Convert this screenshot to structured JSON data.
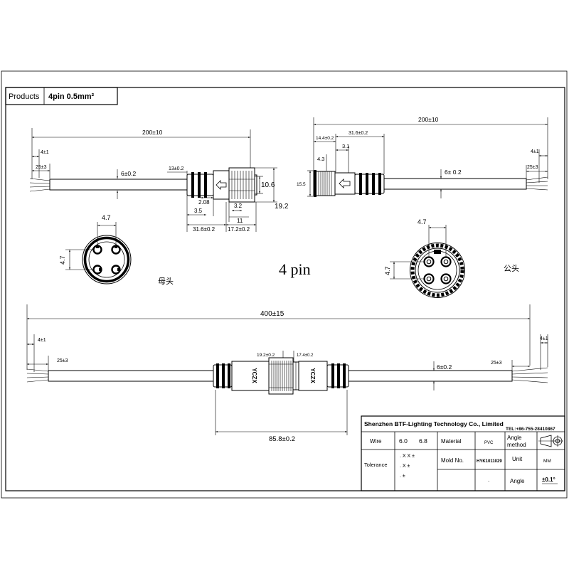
{
  "products": {
    "label": "Products",
    "value": "4pin 0.5mm²"
  },
  "female_cable": {
    "length": "200±10",
    "strip": "4±1",
    "jacket_strip": "25±3",
    "cable_dia": "6±0.2",
    "boot": "13±0.2",
    "inner_dia": "10.6",
    "step": "2.08",
    "groove": "3.2",
    "outer_dia": "19.2",
    "front": "3.5",
    "nut_width": "11",
    "body_len": "31.6±0.2",
    "nut_len": "17.2±0.2"
  },
  "male_cable": {
    "length": "200±10",
    "thread_len": "14.4±0.2",
    "body_len": "31.6±0.2",
    "step": "3.1",
    "thread_step": "4.3",
    "thread_dia": "15.5",
    "strip": "4±1",
    "jacket_strip": "25±3",
    "cable_dia": "6± 0.2"
  },
  "female_face": {
    "pin_spacing_h": "4.7",
    "pin_spacing_v": "4.7",
    "label": "母头"
  },
  "pin_count_label": "4 pin",
  "male_face": {
    "pin_spacing_h": "4.7",
    "pin_spacing_v": "4.7",
    "label": "公头"
  },
  "assembly": {
    "total_length": "400±15",
    "left_strip": "4±1",
    "left_jacket_strip": "25±3",
    "nut_dia": "19.2±0.2",
    "male_dia": "17.4±0.2",
    "cable_dia": "6±0.2",
    "right_jacket_strip": "25±3",
    "right_strip": "4±1",
    "connector_len": "85.8±0.2",
    "brand_left": "YCZX",
    "brand_right": "YCZX"
  },
  "title_block": {
    "company": "Shenzhen BTF-Lighting Technology Co., Limited",
    "tel": "TEL:+86-755-28410867",
    "wire_label": "Wire",
    "wire_values": [
      "6.0",
      "6.8"
    ],
    "material_label": "Material",
    "material_value": "PVC",
    "angle_method_label": [
      "Angle",
      "method"
    ],
    "angle_method_icon": "projection-symbol-icon",
    "tolerance_label": "Tolerance",
    "tolerance_values": [
      ". X X ±",
      ". X ±",
      ". ±"
    ],
    "mold_label": "Mold No.",
    "mold_value": "HYK1011029",
    "unit_label": "Unit",
    "unit_value": "MM",
    "extra_value": ".",
    "angle_label": "Angle",
    "angle_value": "±0.1°"
  }
}
